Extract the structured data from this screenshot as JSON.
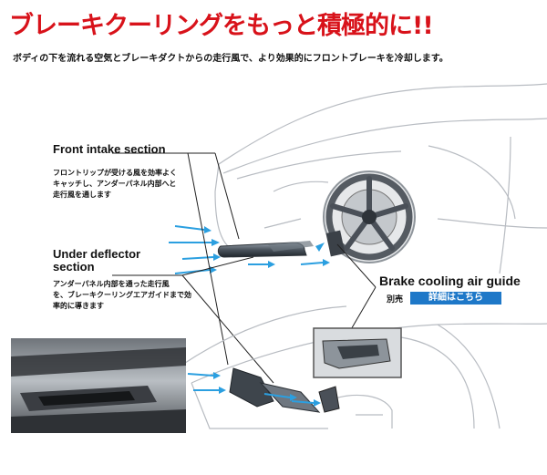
{
  "header": {
    "headline": "ブレーキクーリングをもっと積極的に!!",
    "subline": "ボディの下を流れる空気とブレーキダクトからの走行風で、より効果的にフロントブレーキを冷却します。"
  },
  "sections": {
    "front_intake": {
      "title": "Front intake section",
      "lines": [
        "フロントリップが受ける風を効率よく",
        "キャッチし、アンダーパネル内部へと",
        "走行風を通します"
      ]
    },
    "under_deflector": {
      "title_line1": "Under deflector",
      "title_line2": "section",
      "lines": [
        "アンダーパネル内部を通った走行風",
        "を、ブレーキクーリングエアガイドまで効",
        "率的に導きます"
      ]
    }
  },
  "brake_guide": {
    "title": "Brake cooling air guide",
    "label": "別売",
    "link_text": "詳細はこちら"
  },
  "colors": {
    "headline": "#d8121a",
    "link_bg": "#1e78c8",
    "arrow": "#2b9fe0"
  }
}
